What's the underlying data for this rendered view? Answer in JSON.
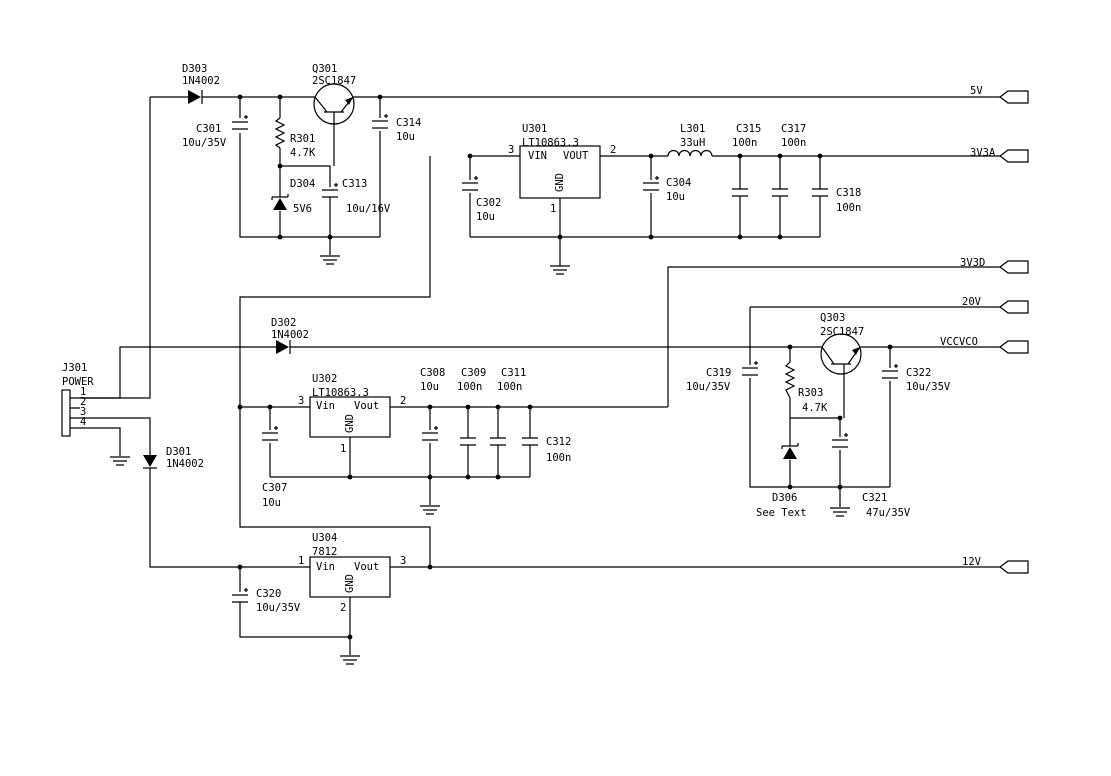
{
  "labels": {
    "d303": "D303",
    "d303v": "1N4002",
    "q301": "Q301",
    "q301v": "2SC1847",
    "c301": "C301",
    "c301v": "10u/35V",
    "r301": "R301",
    "r301v": "4.7K",
    "c314": "C314",
    "c314v": "10u",
    "d304": "D304",
    "d304v": "5V6",
    "c313": "C313",
    "c313v": "10u/16V",
    "u301": "U301",
    "u301v": "LT10863.3",
    "u301vin": "VIN",
    "u301vout": "VOUT",
    "u301gnd": "GND",
    "u301p3": "3",
    "u301p2": "2",
    "u301p1": "1",
    "c302": "C302",
    "c302v": "10u",
    "c304": "C304",
    "c304v": "10u",
    "l301": "L301",
    "l301v": "33uH",
    "c315": "C315",
    "c315v": "100n",
    "c317": "C317",
    "c317v": "100n",
    "c318": "C318",
    "c318v": "100n",
    "j301": "J301",
    "j301v": "POWER",
    "j1": "1",
    "j2": "2",
    "j3": "3",
    "j4": "4",
    "d302": "D302",
    "d302v": "1N4002",
    "u302": "U302",
    "u302v": "LT10863.3",
    "u302vin": "Vin",
    "u302vout": "Vout",
    "u302gnd": "GND",
    "u302p3": "3",
    "u302p2": "2",
    "u302p1": "1",
    "c307": "C307",
    "c307v": "10u",
    "c308": "C308",
    "c308v": "10u",
    "c309": "C309",
    "c309v": "100n",
    "c311": "C311",
    "c311v": "100n",
    "c312": "C312",
    "c312v": "100n",
    "d301": "D301",
    "d301v": "1N4002",
    "u304": "U304",
    "u304v": "7812",
    "u304vin": "Vin",
    "u304vout": "Vout",
    "u304gnd": "GND",
    "u304p1": "1",
    "u304p3": "3",
    "u304p2": "2",
    "c320": "C320",
    "c320v": "10u/35V",
    "q303": "Q303",
    "q303v": "2SC1847",
    "c319": "C319",
    "c319v": "10u/35V",
    "r303": "R303",
    "r303v": "4.7K",
    "c322": "C322",
    "c322v": "10u/35V",
    "d306": "D306",
    "d306v": "See Text",
    "c321": "C321",
    "c321v": "47u/35V"
  },
  "nets": {
    "n5v": "5V",
    "n3v3a": "3V3A",
    "n3v3d": "3V3D",
    "n20v": "20V",
    "nvccvco": "VCCVCO",
    "n12v": "12V"
  }
}
